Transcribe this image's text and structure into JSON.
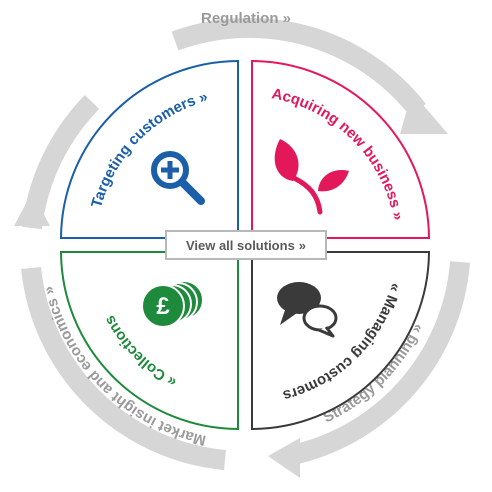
{
  "ring": {
    "top_label": "Regulation »",
    "right_label": "Strategy planning »",
    "left_label": "Market insight and economics »"
  },
  "quadrants": {
    "targeting": {
      "label": "Targeting customers »",
      "color": "#1a5fa8"
    },
    "acquiring": {
      "label": "Acquiring new business »",
      "color": "#e2185b"
    },
    "managing": {
      "label": "« Managing customers",
      "color": "#3a3a3a"
    },
    "collections": {
      "label": "« Collections",
      "color": "#1e8a3c",
      "icon_text": "£"
    }
  },
  "center_button": {
    "label": "View all solutions",
    "arrow": "»"
  },
  "icons": [
    "magnifier-plus-icon",
    "plant-icon",
    "speech-bubbles-icon",
    "coins-pound-icon"
  ],
  "colors": {
    "ring": "#d6d6d6",
    "ring_text": "#9a9a9a"
  }
}
